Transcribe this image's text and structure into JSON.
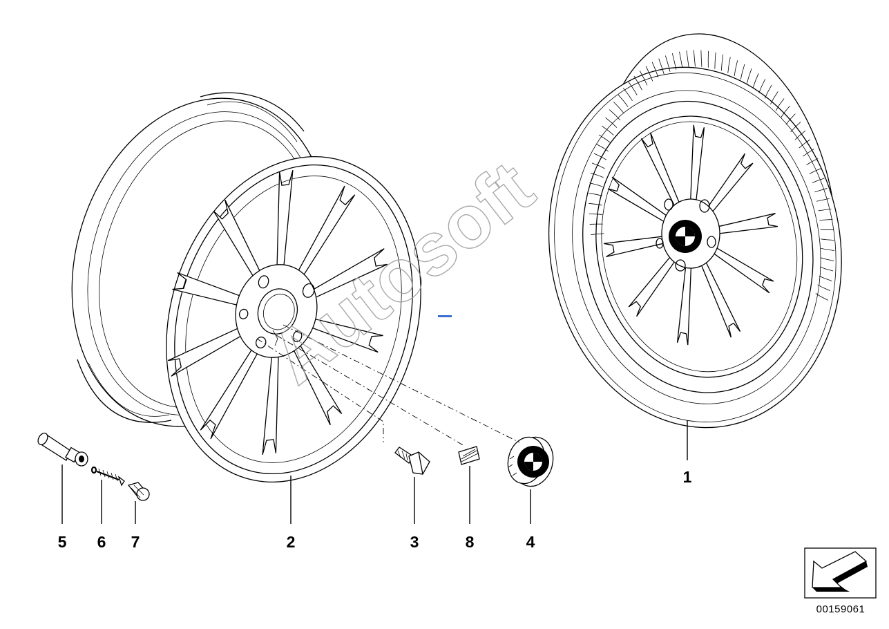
{
  "diagram": {
    "diagram_id": "00159061",
    "watermark_text": "Autosoft",
    "part_labels": [
      "1",
      "2",
      "3",
      "4",
      "5",
      "6",
      "7",
      "8"
    ],
    "colors": {
      "line": "#000000",
      "background": "#ffffff",
      "watermark": "#9a9a9a"
    },
    "icons": [
      "tire-wheel-assembly-icon",
      "alloy-rim-icon",
      "wheel-bolt-icon",
      "hub-cap-emblem-icon",
      "valve-stem-icon",
      "valve-core-icon",
      "valve-cap-icon",
      "balance-weight-icon",
      "direction-arrow-icon"
    ]
  }
}
